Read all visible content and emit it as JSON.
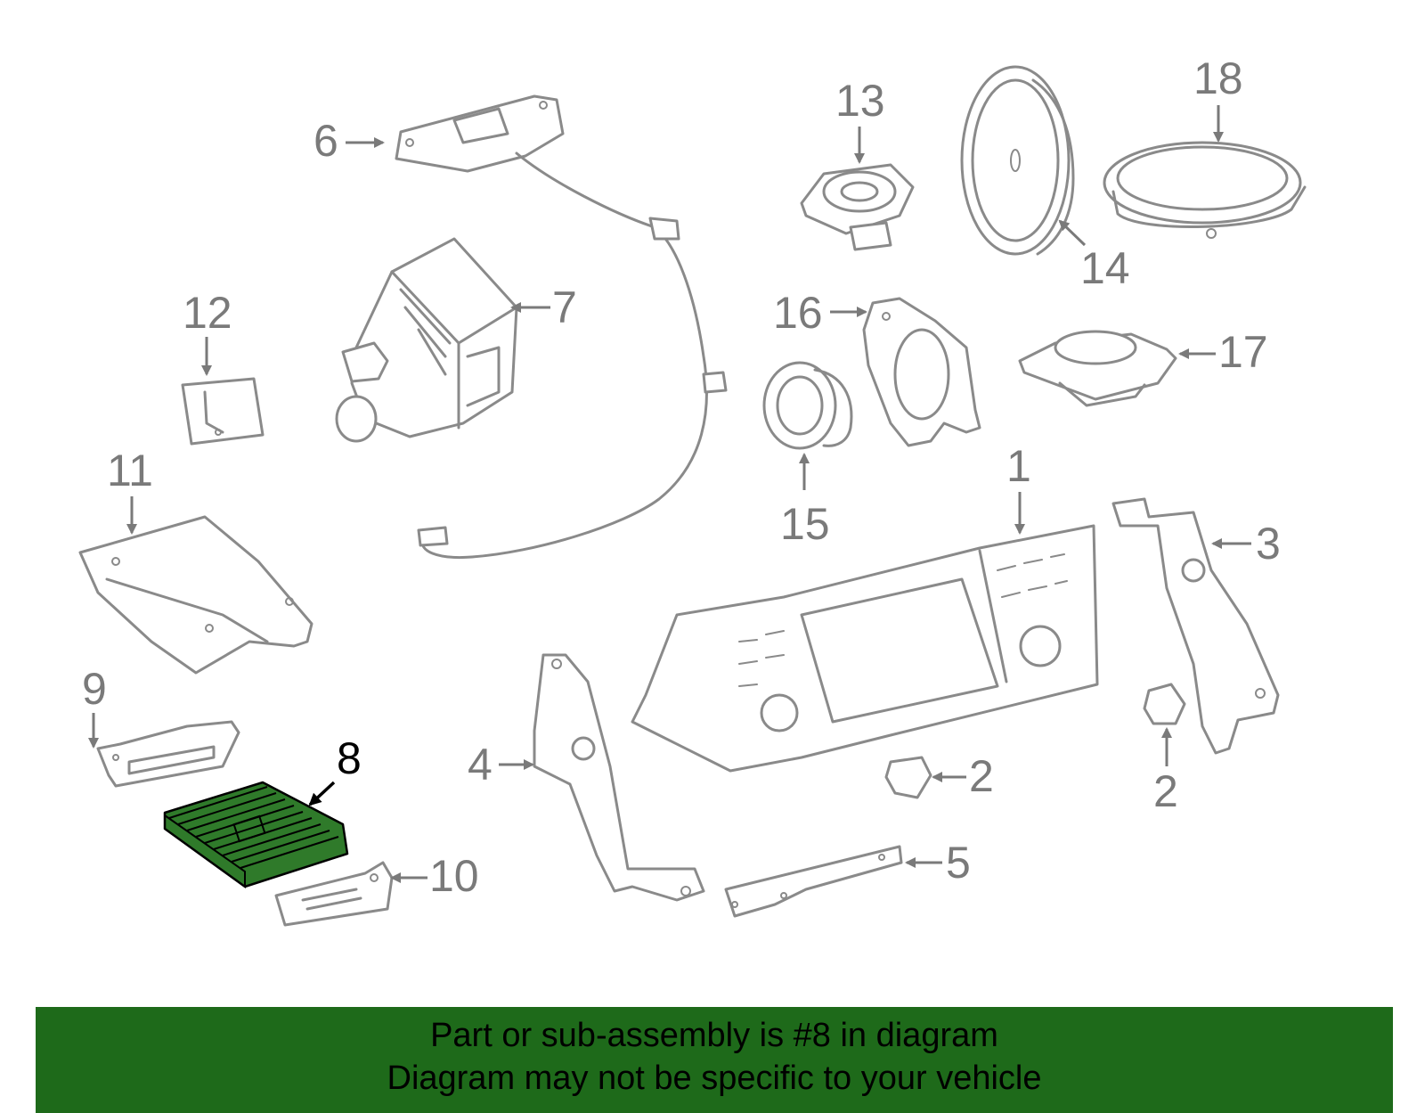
{
  "callouts": [
    {
      "id": "1",
      "label": "1"
    },
    {
      "id": "2a",
      "label": "2"
    },
    {
      "id": "2b",
      "label": "2"
    },
    {
      "id": "3",
      "label": "3"
    },
    {
      "id": "4",
      "label": "4"
    },
    {
      "id": "5",
      "label": "5"
    },
    {
      "id": "6",
      "label": "6"
    },
    {
      "id": "7",
      "label": "7"
    },
    {
      "id": "8",
      "label": "8",
      "highlighted": true
    },
    {
      "id": "9",
      "label": "9"
    },
    {
      "id": "10",
      "label": "10"
    },
    {
      "id": "11",
      "label": "11"
    },
    {
      "id": "12",
      "label": "12"
    },
    {
      "id": "13",
      "label": "13"
    },
    {
      "id": "14",
      "label": "14"
    },
    {
      "id": "15",
      "label": "15"
    },
    {
      "id": "16",
      "label": "16"
    },
    {
      "id": "17",
      "label": "17"
    },
    {
      "id": "18",
      "label": "18"
    }
  ],
  "banner": {
    "line1": "Part or sub-assembly is #8 in diagram",
    "line2": "Diagram may not be specific to your vehicle"
  },
  "colors": {
    "highlight": "#2f7a2a",
    "banner": "#1e6a1a",
    "outline": "#8a8a8a"
  }
}
